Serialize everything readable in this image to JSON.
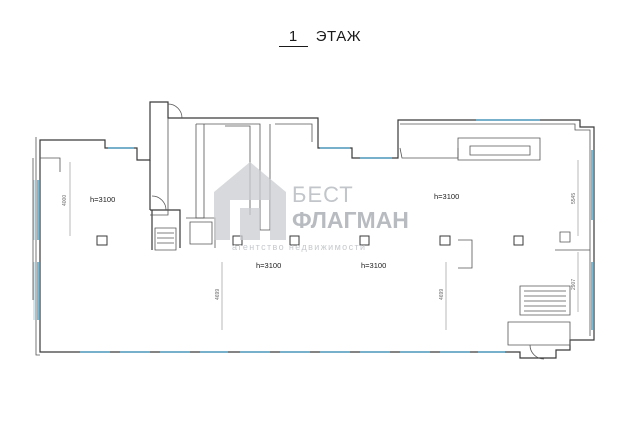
{
  "title": {
    "number": "1",
    "label": "ЭТАЖ"
  },
  "heights": [
    "h=3100",
    "h=3100",
    "h=3100",
    "h=3100"
  ],
  "dimensions": [
    "4000",
    "4699",
    "4699",
    "5545",
    "2907"
  ],
  "watermark": {
    "line1": "БЕСТ",
    "line2": "ФЛАГМАН",
    "line3": "агентство недвижимости"
  },
  "colors": {
    "window": "#5aa7c9",
    "wall": "#3a3a3a",
    "watermark": "#c2c6ca"
  }
}
